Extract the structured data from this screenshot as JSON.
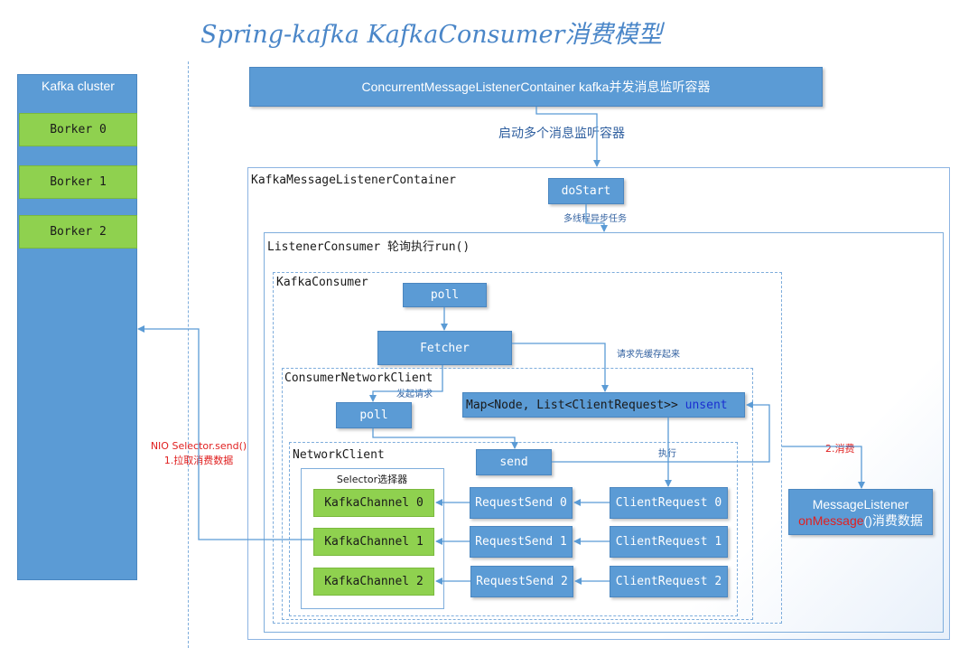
{
  "title": "Spring-kafka KafkaConsumer消费模型",
  "cluster": {
    "title": "Kafka cluster",
    "brokers": [
      "Borker 0",
      "Borker 1",
      "Borker 2"
    ]
  },
  "concurrent_container": "ConcurrentMessageListenerContainer kafka并发消息监听容器",
  "start_label": "启动多个消息监听容器",
  "listener_container": {
    "title": "KafkaMessageListenerContainer",
    "do_start": "doStart",
    "async_label": "多线程异步任务"
  },
  "listener_consumer": "ListenerConsumer 轮询执行run()",
  "kafka_consumer": {
    "title": "KafkaConsumer",
    "poll": "poll",
    "fetcher": "Fetcher",
    "cache_label": "请求先缓存起来"
  },
  "consumer_network_client": {
    "title": "ConsumerNetworkClient",
    "poll": "poll",
    "send_request_label": "发起请求",
    "map_prefix": "Map<Node, List<ClientRequest>> ",
    "map_unsent": "unsent",
    "exec_label": "执行"
  },
  "network_client": {
    "title": "NetworkClient",
    "send": "send",
    "selector_title": "Selector选择器",
    "channels": [
      "KafkaChannel 0",
      "KafkaChannel 1",
      "KafkaChannel 2"
    ],
    "request_sends": [
      "RequestSend 0",
      "RequestSend 1",
      "RequestSend 2"
    ],
    "client_requests": [
      "ClientRequest 0",
      "ClientRequest 1",
      "ClientRequest 2"
    ]
  },
  "nio_label": "NIO Selector.send()",
  "pull_label": "1.拉取消费数据",
  "consume_label": "2.消费",
  "message_listener": {
    "title": "MessageListener",
    "method": "onMessage",
    "suffix": "()消费数据"
  },
  "colors": {
    "box_blue": "#5b9bd5",
    "box_green": "#8fd14f",
    "line": "#5b9bd5",
    "accent_red": "#e02020",
    "title": "#4a86c8"
  }
}
